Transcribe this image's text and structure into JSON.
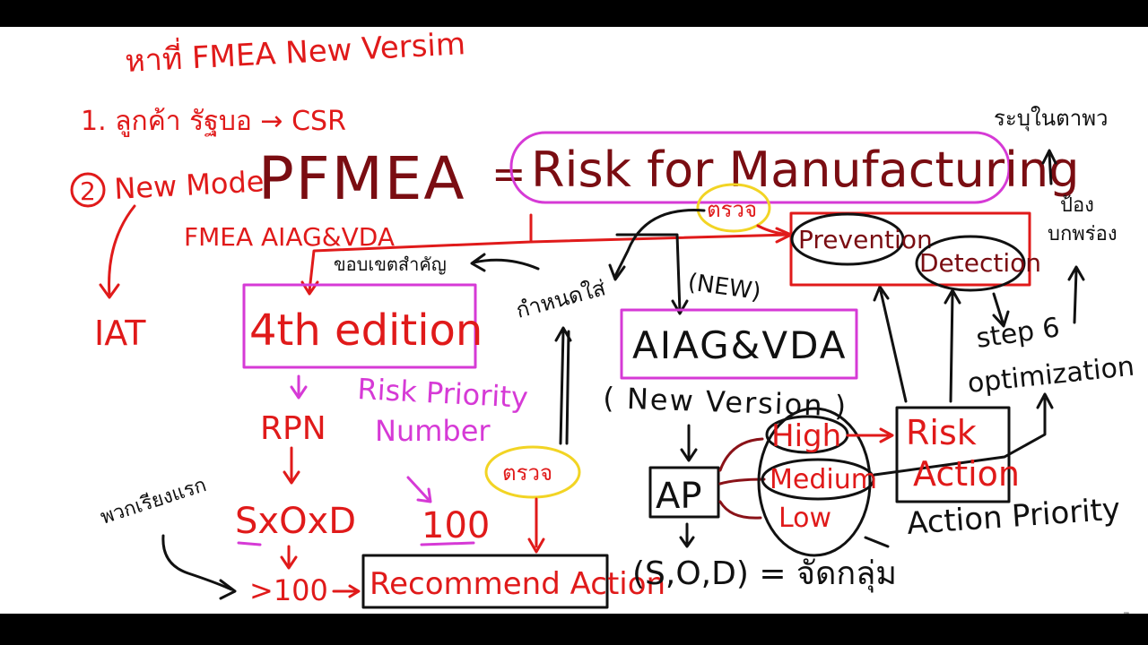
{
  "labels": {
    "title": "หาที่ FMEA New Versim",
    "item1": "1. ลูกค้า รัฐบอ → CSR",
    "item2_num": "2",
    "item2": "New Model",
    "pfmea": "PFMEA",
    "equals": "=",
    "risk_manufacturing": "Risk for Manufacturing",
    "fmea_aiag_vda": "FMEA AIAG&VDA",
    "iat": "IAT",
    "four_th_edition": "4th edition",
    "risk_priority": "Risk Priority",
    "number": "Number",
    "rpn": "RPN",
    "sxoxd": "SxOxD",
    "hundred": "100",
    "gt100": ">100",
    "recommend_action": "Recommend Action",
    "pm_note": "พวกเรียงแรก",
    "thai_boundary": "ขอบเขตสำคัญ",
    "define_scope": "กำหนดใส่",
    "check_top": "ตรวจ",
    "check_mid": "ตรวจ",
    "new_tag": "(NEW)",
    "aiag_vda": "AIAG&VDA",
    "new_version": "( New Version )",
    "ap": "AP",
    "high": "High",
    "medium": "Medium",
    "low": "Low",
    "sod": "(S,O,D) = จัดกลุ่ม",
    "prevention": "Prevention",
    "detection": "Detection",
    "risk": "Risk",
    "action": "Action",
    "action_priority": "Action Priority",
    "step6": "step 6",
    "optimization": "optimization",
    "right_top": "ระบุในตาพว",
    "right_mid1": "ป้อง",
    "right_mid2": "บกพร่อง"
  },
  "colors": {
    "red": "#e01a1a",
    "dark_red": "#7a0d12",
    "black": "#111111",
    "magenta": "#d63ad6",
    "yellow": "#f2d424"
  },
  "icons": {
    "corner": "expand-icon"
  }
}
